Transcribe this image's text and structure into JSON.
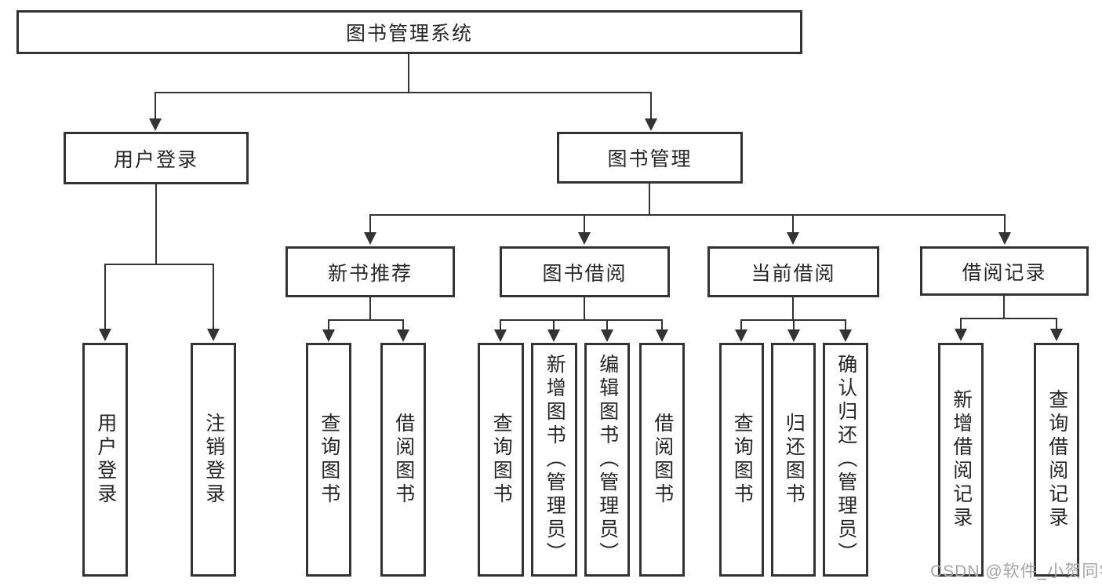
{
  "diagram": {
    "root": {
      "label": "图书管理系统"
    },
    "branches": [
      {
        "label": "用户登录",
        "children": [
          {
            "label": "用户登录"
          },
          {
            "label": "注销登录"
          }
        ]
      },
      {
        "label": "图书管理",
        "children": [
          {
            "label": "新书推荐",
            "children": [
              {
                "label": "查询图书"
              },
              {
                "label": "借阅图书"
              }
            ]
          },
          {
            "label": "图书借阅",
            "children": [
              {
                "label": "查询图书"
              },
              {
                "label": "新增图书（管理员）"
              },
              {
                "label": "编辑图书（管理员）"
              },
              {
                "label": "借阅图书"
              }
            ]
          },
          {
            "label": "当前借阅",
            "children": [
              {
                "label": "查询图书"
              },
              {
                "label": "归还图书"
              },
              {
                "label": "确认归还（管理员）"
              }
            ]
          },
          {
            "label": "借阅记录",
            "children": [
              {
                "label": "新增借阅记录"
              },
              {
                "label": "查询借阅记录"
              }
            ]
          }
        ]
      }
    ]
  },
  "watermark": {
    "text": "CSDN @软件_小贺同学"
  },
  "colors": {
    "line": "#333333",
    "text": "#262626",
    "watermark": "#a5a5a5",
    "background": "#ffffff"
  }
}
